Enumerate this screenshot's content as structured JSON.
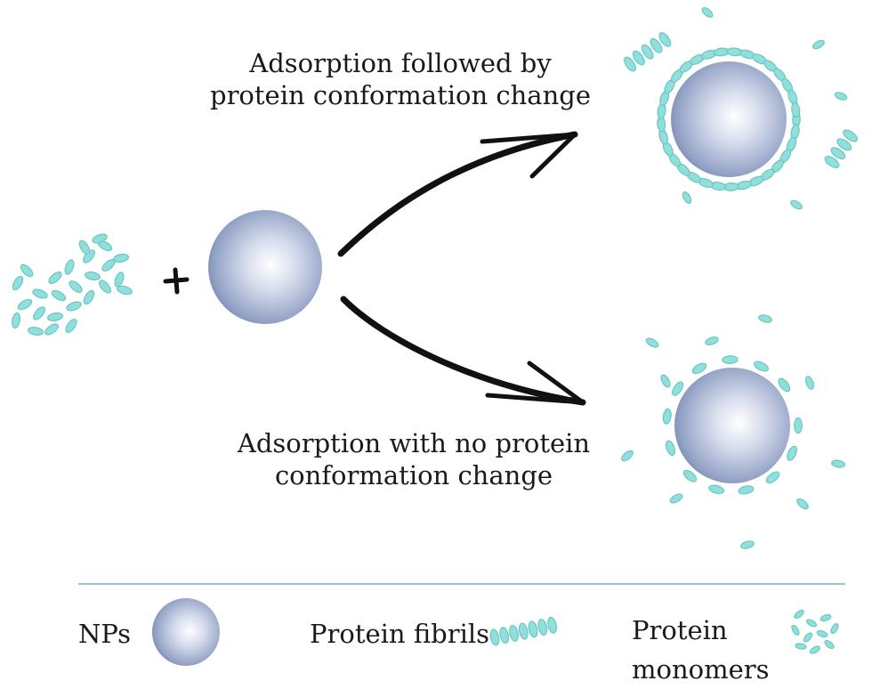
{
  "diagram": {
    "top_label": [
      "Adsorption followed by",
      "protein conformation change"
    ],
    "bottom_label": [
      "Adsorption with no protein",
      "conformation change"
    ],
    "plus_sign": "+"
  },
  "legend": {
    "nps": "NPs",
    "fibrils": "Protein fibrils",
    "monomers": [
      "Protein",
      "monomers"
    ]
  },
  "colors": {
    "nanoparticle_center": "#ffffff",
    "nanoparticle_edge": "#7c8fb4",
    "protein_fill": "#8fe0dc",
    "protein_stroke": "#6ec5c0",
    "arrow": "#111111",
    "divider": "#9cc3d2"
  }
}
